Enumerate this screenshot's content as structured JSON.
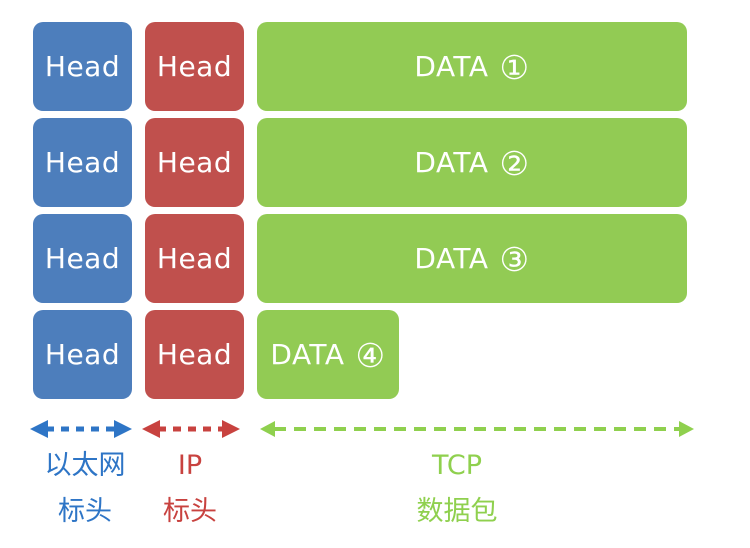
{
  "colors": {
    "background": "#FFFFFF",
    "box_text": "#FFFFFF",
    "ethernet_box": "#4D7EBC",
    "ip_box": "#C0504D",
    "tcp_box": "#92CB54",
    "ethernet_arrow": "#2E75C6",
    "ip_arrow": "#C8423F",
    "tcp_arrow": "#8FD04E"
  },
  "rows": [
    {
      "ethernet_head": "Head",
      "ip_head": "Head",
      "data_label": "DATA",
      "data_num": "①"
    },
    {
      "ethernet_head": "Head",
      "ip_head": "Head",
      "data_label": "DATA",
      "data_num": "②"
    },
    {
      "ethernet_head": "Head",
      "ip_head": "Head",
      "data_label": "DATA",
      "data_num": "③"
    },
    {
      "ethernet_head": "Head",
      "ip_head": "Head",
      "data_label": "DATA",
      "data_num": "④"
    }
  ],
  "legend": {
    "ethernet": {
      "line1": "以太网",
      "line2": "标头"
    },
    "ip": {
      "line1": "IP",
      "line2": "标头"
    },
    "tcp": {
      "line1": "TCP",
      "line2": "数据包"
    }
  }
}
